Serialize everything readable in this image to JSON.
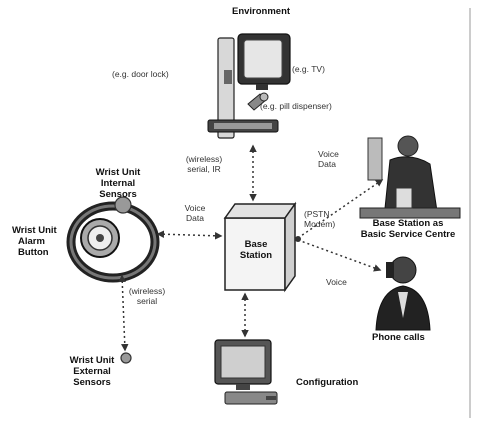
{
  "labels": {
    "environment": "Environment",
    "door_lock": "(e.g. door lock)",
    "tv": "(e.g. TV)",
    "pill_dispenser": "(e.g. pill dispenser)",
    "wrist_internal_1": "Wrist Unit",
    "wrist_internal_2": "Internal",
    "wrist_internal_3": "Sensors",
    "wrist_alarm_1": "Wrist Unit",
    "wrist_alarm_2": "Alarm",
    "wrist_alarm_3": "Button",
    "wireless_ir_1": "(wireless)",
    "wireless_ir_2": "serial, IR",
    "voice_data_left_1": "Voice",
    "voice_data_left_2": "Data",
    "base_station_1": "Base",
    "base_station_2": "Station",
    "voice_data_right_1": "Voice",
    "voice_data_right_2": "Data",
    "pstn_1": "(PSTN",
    "pstn_2": "Modem)",
    "service_centre_1": "Base Station as",
    "service_centre_2": "Basic Service Centre",
    "voice": "Voice",
    "phone_calls": "Phone calls",
    "wireless_serial_1": "(wireless)",
    "wireless_serial_2": "serial",
    "wrist_external_1": "Wrist Unit",
    "wrist_external_2": "External",
    "wrist_external_3": "Sensors",
    "configuration": "Configuration"
  },
  "colors": {
    "ink": "#111111",
    "line": "#333333",
    "box_fill": "#f4f4f4"
  }
}
